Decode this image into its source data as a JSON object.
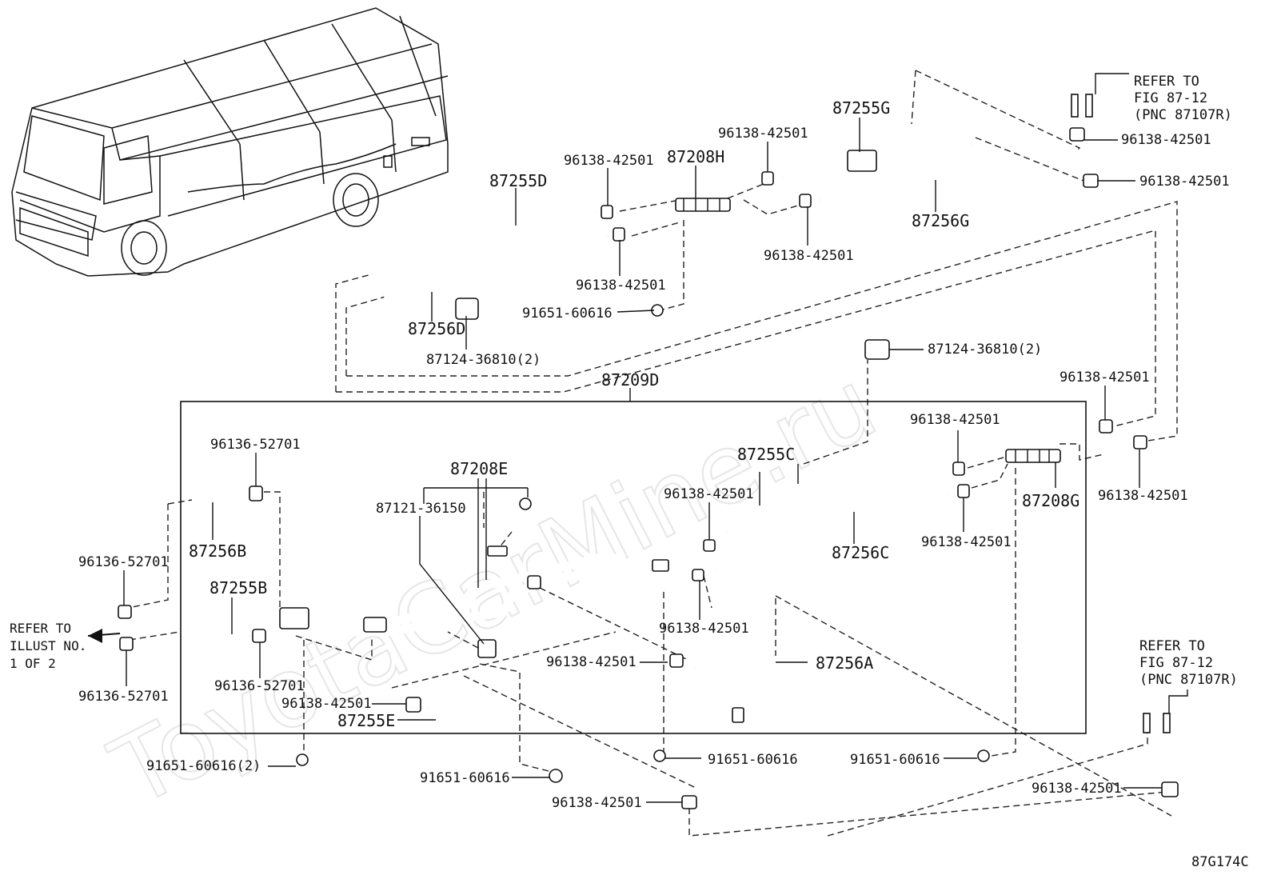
{
  "figure_code": "87G174C",
  "watermark": "ToyotaCarMine.ru",
  "group_label": "87209D",
  "labels": {
    "p87255D": "87255D",
    "p87256D": "87256D",
    "p87208H": "87208H",
    "p87255G": "87255G",
    "p87256G": "87256G",
    "p87255C": "87255C",
    "p87256C": "87256C",
    "p87208E": "87208E",
    "p87208G": "87208G",
    "p87256B": "87256B",
    "p87255B": "87255B",
    "p87256A": "87256A",
    "p87255E": "87255E",
    "p87121": "87121-36150",
    "p87124_top": "87124-36810(2)",
    "p87124_mid": "87124-36810(2)",
    "c96138_a": "96138-42501",
    "c96138_b": "96138-42501",
    "c96138_c": "96138-42501",
    "c96138_d": "96138-42501",
    "c96138_e": "96138-42501",
    "c96138_f": "96138-42501",
    "c96138_g": "96138-42501",
    "c96138_h": "96138-42501",
    "c96138_i": "96138-42501",
    "c96138_j": "96138-42501",
    "c96138_k": "96138-42501",
    "c96138_l": "96138-42501",
    "c96138_m": "96138-42501",
    "c96138_n": "96138-42501",
    "c96138_o": "96138-42501",
    "c96138_p": "96138-42501",
    "c96136_a": "96136-52701",
    "c96136_b": "96136-52701",
    "c96136_c": "96136-52701",
    "c96136_d": "96136-52701",
    "b91651_a": "91651-60616",
    "b91651_b": "91651-60616(2)",
    "b91651_c": "91651-60616",
    "b91651_d": "91651-60616",
    "b91651_e": "91651-60616"
  },
  "refer_top": [
    "REFER TO",
    "FIG 87-12",
    "(PNC 87107R)"
  ],
  "refer_bottom": [
    "REFER TO",
    "FIG 87-12",
    "(PNC 87107R)"
  ],
  "refer_left": [
    "REFER TO",
    "ILLUST NO.",
    "1 OF 2"
  ]
}
